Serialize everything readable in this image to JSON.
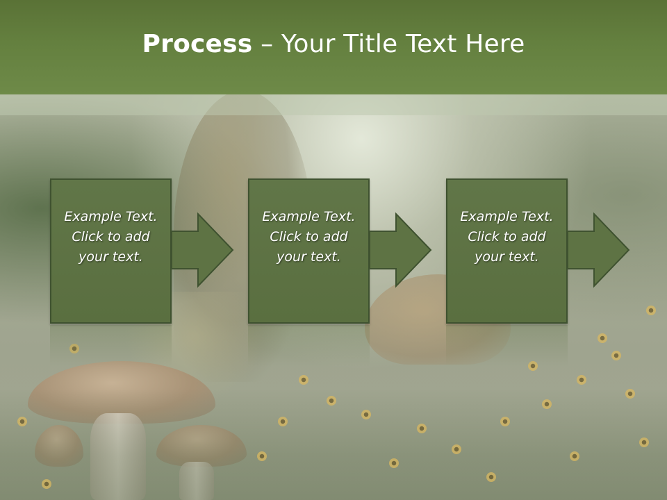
{
  "slide": {
    "title_bold": "Process",
    "title_rest": " – Your Title Text Here"
  },
  "steps": [
    {
      "line1": "Example Text.",
      "line2": "Click  to add",
      "line3": "your text."
    },
    {
      "line1": "Example Text.",
      "line2": "Click  to add",
      "line3": "your text."
    },
    {
      "line1": "Example Text.",
      "line2": "Click  to add",
      "line3": "your text."
    }
  ],
  "colors": {
    "header": "#64803f",
    "box_fill": "#5e7344",
    "box_border": "#3f5230",
    "text": "#ffffff"
  }
}
